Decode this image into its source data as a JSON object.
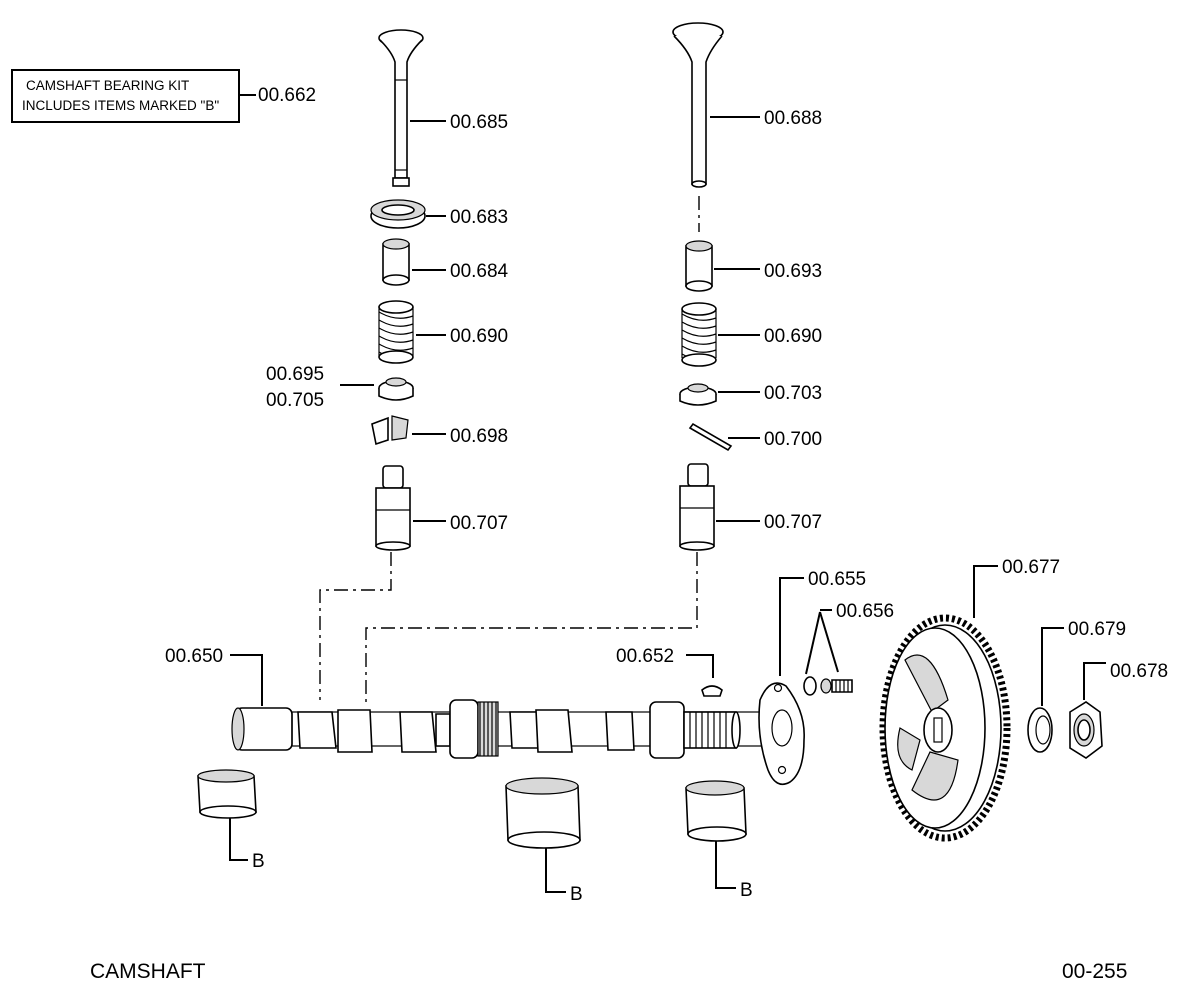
{
  "kit_box": {
    "line1": "CAMSHAFT BEARING KIT",
    "line2": "INCLUDES ITEMS MARKED \"B\"",
    "part": "00.662"
  },
  "labels": {
    "p685": "00.685",
    "p688": "00.688",
    "p683": "00.683",
    "p684": "00.684",
    "p693": "00.693",
    "p690_left": "00.690",
    "p690_right": "00.690",
    "p695": "00.695",
    "p705": "00.705",
    "p703": "00.703",
    "p698": "00.698",
    "p700": "00.700",
    "p707_left": "00.707",
    "p707_right": "00.707",
    "p655": "00.655",
    "p656": "00.656",
    "p677": "00.677",
    "p679": "00.679",
    "p678": "00.678",
    "p650": "00.650",
    "p652": "00.652",
    "b1": "B",
    "b2": "B",
    "b3": "B"
  },
  "footer": {
    "title": "CAMSHAFT",
    "page_code": "00-255"
  }
}
